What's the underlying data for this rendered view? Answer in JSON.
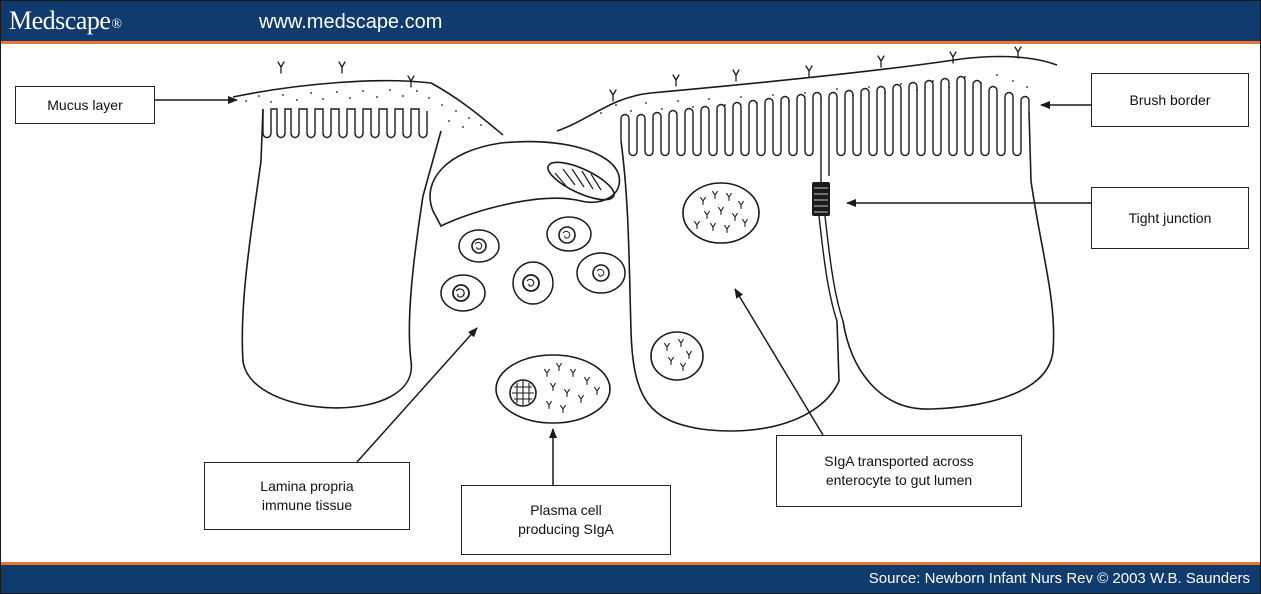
{
  "header": {
    "logo": "Medscape",
    "logo_mark": "®",
    "url": "www.medscape.com"
  },
  "footer": {
    "source": "Source: Newborn Infant Nurs Rev © 2003 W.B. Saunders"
  },
  "labels": {
    "mucus_layer": "Mucus layer",
    "brush_border": "Brush border",
    "tight_junction": "Tight junction",
    "lamina_propria_line1": "Lamina propria",
    "lamina_propria_line2": "immune tissue",
    "plasma_cell_line1": "Plasma cell",
    "plasma_cell_line2": "producing SIgA",
    "sigA_line1": "SIgA transported across",
    "sigA_line2": "enterocyte to gut lumen"
  },
  "colors": {
    "header_bg": "#0f3b6f",
    "accent_rule": "#e8762b",
    "ink": "#1a1a1a"
  }
}
